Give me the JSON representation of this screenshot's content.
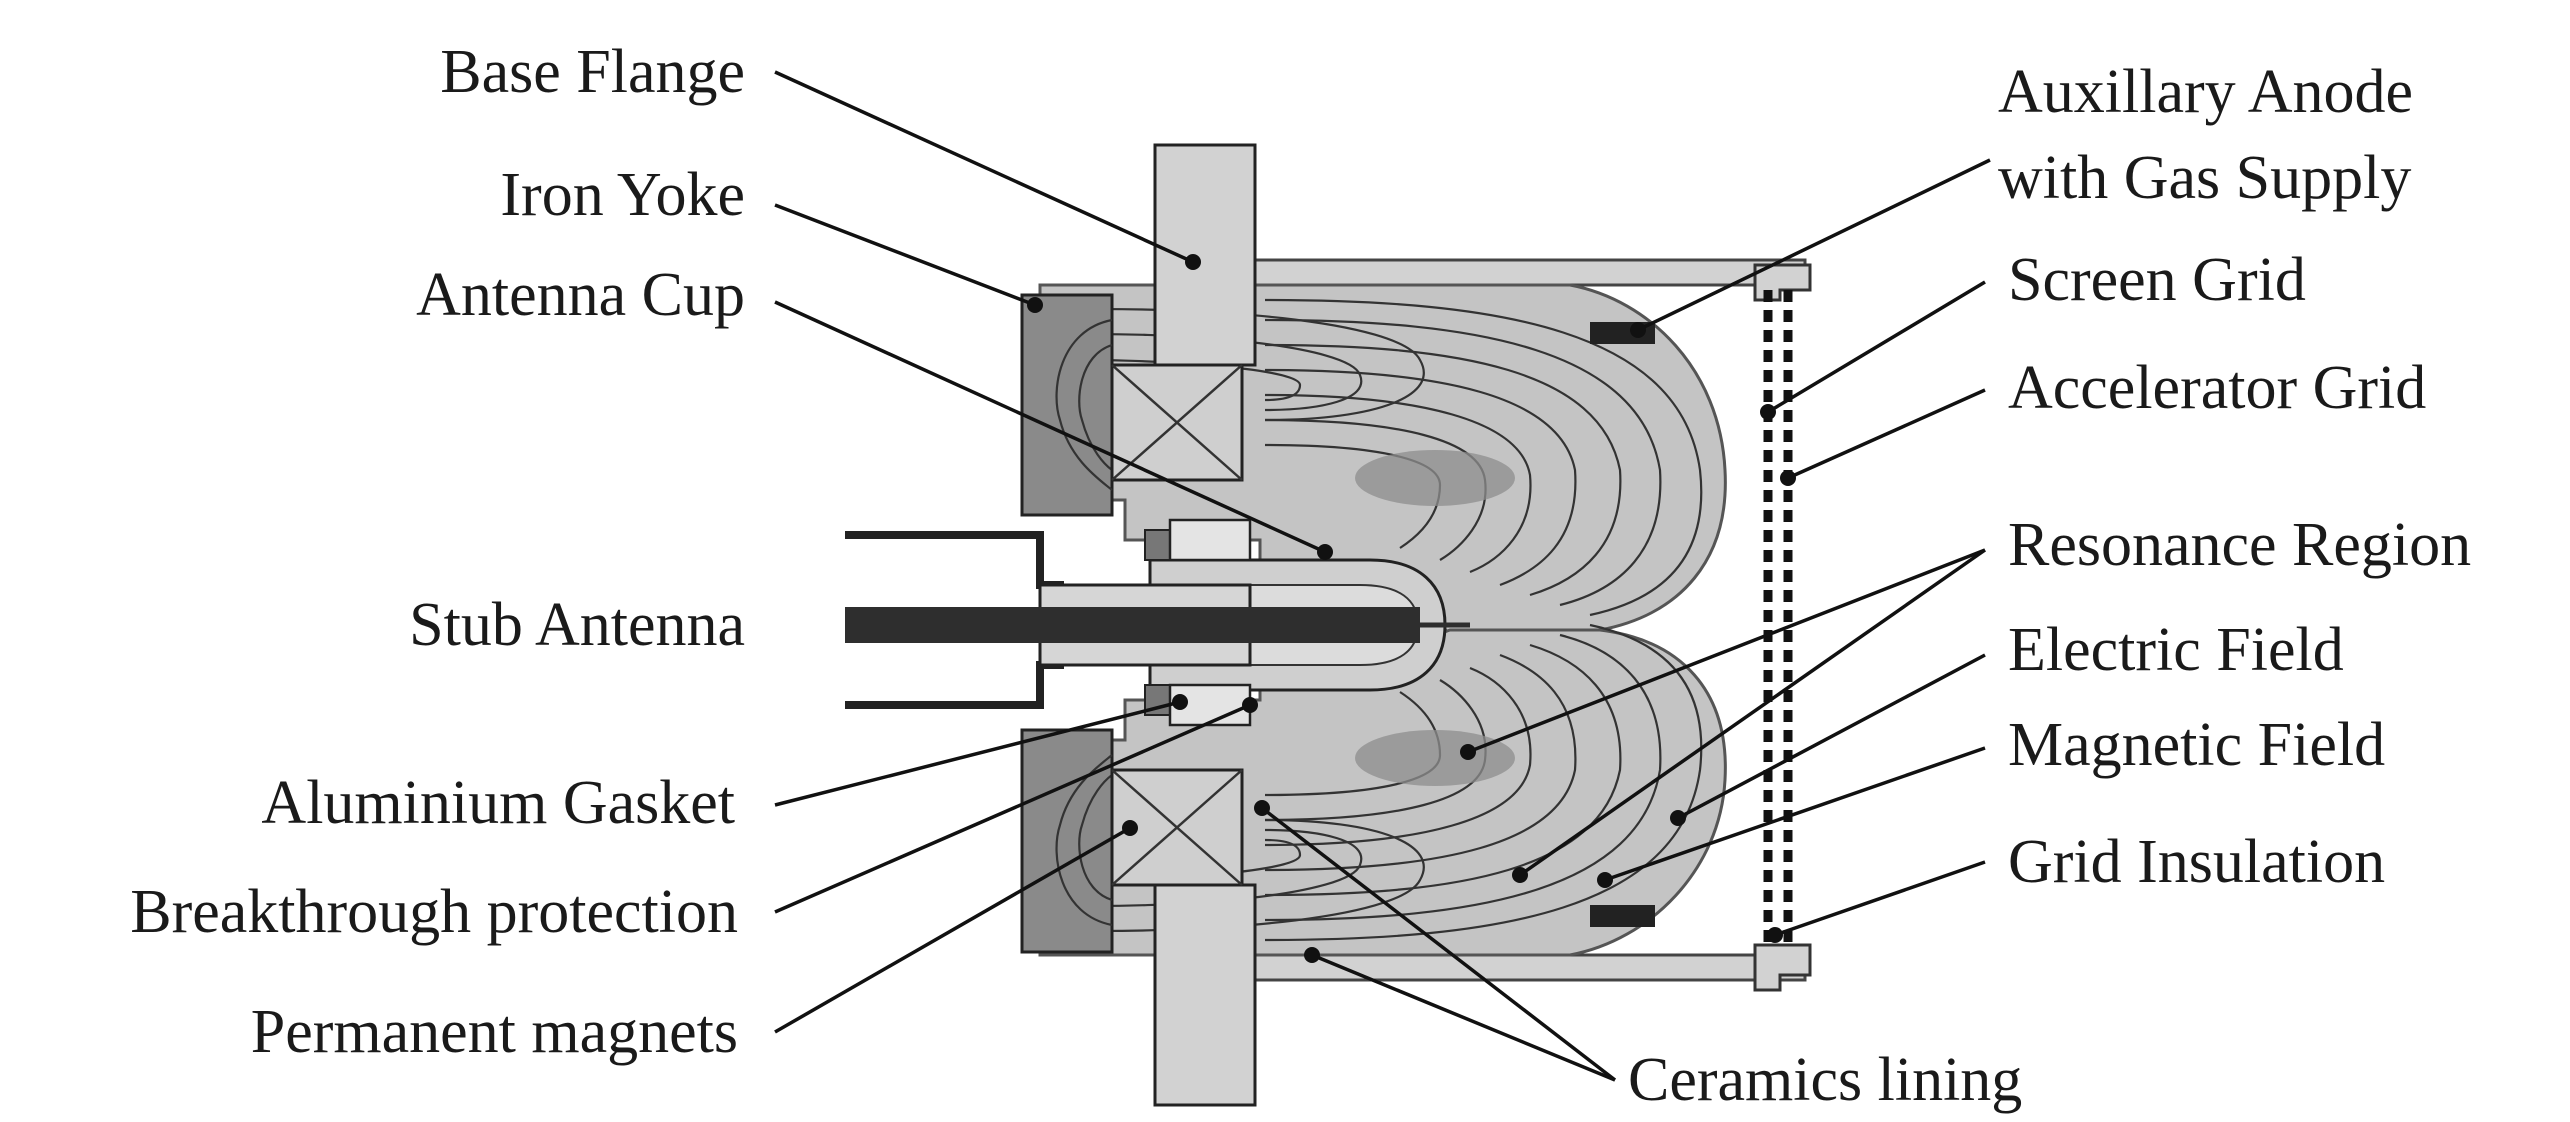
{
  "labels": {
    "base_flange": "Base Flange",
    "iron_yoke": "Iron Yoke",
    "antenna_cup": "Antenna Cup",
    "stub_antenna": "Stub Antenna",
    "aluminium_gasket": "Aluminium Gasket",
    "breakthrough_protection": "Breakthrough protection",
    "permanent_magnets": "Permanent magnets",
    "auxillary_anode_line1": "Auxillary Anode",
    "auxillary_anode_line2": "with Gas Supply",
    "screen_grid": "Screen Grid",
    "accelerator_grid": "Accelerator Grid",
    "resonance_region": "Resonance Region",
    "electric_field": "Electric Field",
    "magnetic_field": "Magnetic Field",
    "grid_insulation": "Grid Insulation",
    "ceramics_lining": "Ceramics lining"
  },
  "colors": {
    "housing_light": "#d2d2d2",
    "field_region": "#c4c4c4",
    "yoke_dark": "#8a8a8a",
    "antenna_black": "#2e2e2e",
    "resonance_dark": "#8e8e8e",
    "line": "#111111"
  }
}
